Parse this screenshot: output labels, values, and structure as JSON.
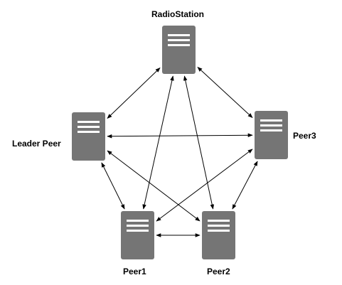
{
  "diagram": {
    "nodes": {
      "radiostation": {
        "label": "RadioStation",
        "icon": "server-icon"
      },
      "leader": {
        "label": "Leader Peer",
        "icon": "server-icon"
      },
      "peer3": {
        "label": "Peer3",
        "icon": "server-icon"
      },
      "peer1": {
        "label": "Peer1",
        "icon": "server-icon"
      },
      "peer2": {
        "label": "Peer2",
        "icon": "server-icon"
      }
    },
    "edges": [
      [
        "radiostation",
        "leader"
      ],
      [
        "radiostation",
        "peer3"
      ],
      [
        "radiostation",
        "peer1"
      ],
      [
        "radiostation",
        "peer2"
      ],
      [
        "leader",
        "peer3"
      ],
      [
        "leader",
        "peer1"
      ],
      [
        "leader",
        "peer2"
      ],
      [
        "peer3",
        "peer1"
      ],
      [
        "peer3",
        "peer2"
      ],
      [
        "peer1",
        "peer2"
      ]
    ],
    "colors": {
      "server_body": "#757575",
      "server_slot": "#ffffff",
      "edge": "#000000"
    }
  }
}
